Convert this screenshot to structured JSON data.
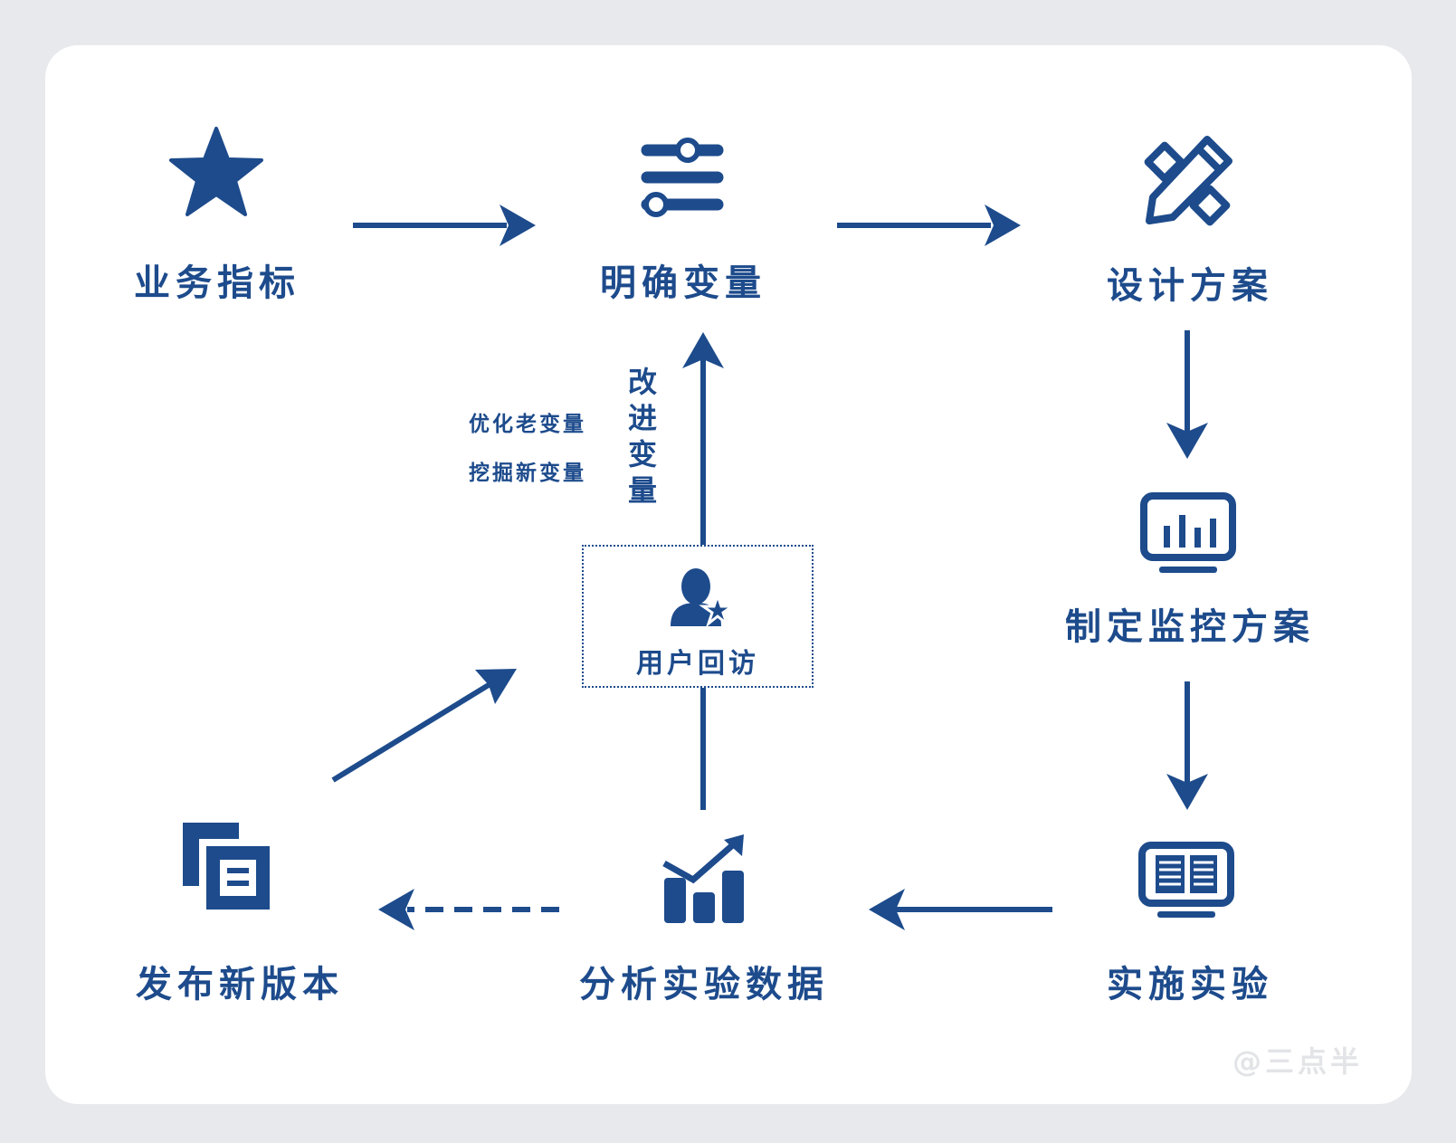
{
  "nodes": {
    "business_metrics": "业务指标",
    "define_variables": "明确变量",
    "design_plan": "设计方案",
    "monitoring_plan": "制定监控方案",
    "run_experiment": "实施实验",
    "analyze_data": "分析实验数据",
    "release_version": "发布新版本",
    "user_feedback": "用户回访"
  },
  "improve_label": "改进变量",
  "side_notes": [
    "优化老变量",
    "挖掘新变量"
  ],
  "watermark": "@三点半",
  "colors": {
    "primary": "#1d4b8c",
    "card": "#ffffff",
    "background": "#e8e9ec",
    "watermark": "#e3e4e7"
  },
  "icons": [
    "star-icon",
    "sliders-icon",
    "pencil-ruler-icon",
    "monitor-chart-icon",
    "document-screen-icon",
    "chart-trend-icon",
    "copy-document-icon",
    "user-star-icon"
  ]
}
